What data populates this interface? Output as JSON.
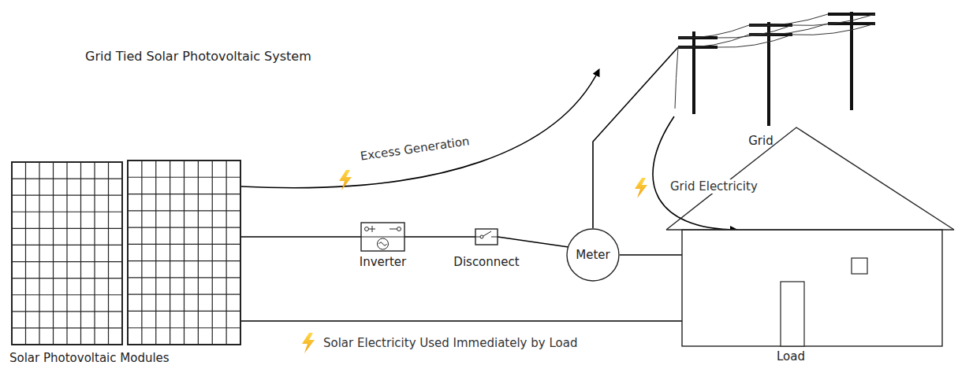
{
  "diagram": {
    "title": "Grid Tied Solar Photovoltaic System",
    "nodes": [
      {
        "text": [
          "Solar Photovoltaic Modules"
        ]
      },
      {
        "text": [
          "Inverter"
        ]
      },
      {
        "text": [
          "Disconnect"
        ]
      },
      {
        "text": [
          "Meter"
        ]
      },
      {
        "text": [
          "Grid"
        ]
      },
      {
        "text": [
          "Load"
        ]
      }
    ],
    "edges": [
      {
        "from": 0,
        "to": 1,
        "arrow": "none"
      },
      {
        "from": 1,
        "to": 2,
        "arrow": "none"
      },
      {
        "from": 2,
        "to": 3,
        "arrow": "none"
      },
      {
        "from": 3,
        "to": 5,
        "arrow": "none"
      },
      {
        "from": 3,
        "to": 4,
        "arrow": "none"
      },
      {
        "from": 0,
        "to": 4,
        "arrow": "to",
        "label": "Excess Generation"
      },
      {
        "from": 4,
        "to": 5,
        "arrow": "to",
        "label": "Grid Electricity"
      },
      {
        "from": 0,
        "to": 5,
        "arrow": "to",
        "label": "Solar Electricity Used Immediately by Load"
      }
    ]
  }
}
